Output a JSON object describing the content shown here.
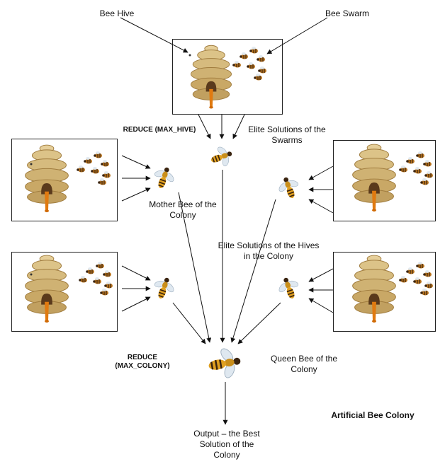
{
  "labels": {
    "bee_hive": "Bee Hive",
    "bee_swarm": "Bee Swarm",
    "reduce_max_hive": "REDUCE (MAX_HIVE)",
    "elite_swarms": "Elite Solutions of the Swarms",
    "mother_bee": "Mother Bee of the Colony",
    "elite_hives": "Elite Solutions of the Hives in the Colony",
    "reduce_max_colony": "REDUCE (MAX_COLONY)",
    "queen_bee": "Queen Bee of the Colony",
    "artificial_bee_colony": "Artificial Bee Colony",
    "output": "Output – the Best Solution of the Colony"
  },
  "colors": {
    "hive_light": "#e6cf9a",
    "hive_mid": "#c9a866",
    "hive_dark": "#a07c3e",
    "door": "#5a3a1c",
    "bee_body": "#e0a020",
    "bee_stripe": "#3a2410",
    "wing": "#dfe8f0",
    "stem": "#e07a10"
  },
  "icons": {
    "hive": "beehive-icon",
    "bee": "bee-icon",
    "swarm": "bee-swarm-icon"
  }
}
